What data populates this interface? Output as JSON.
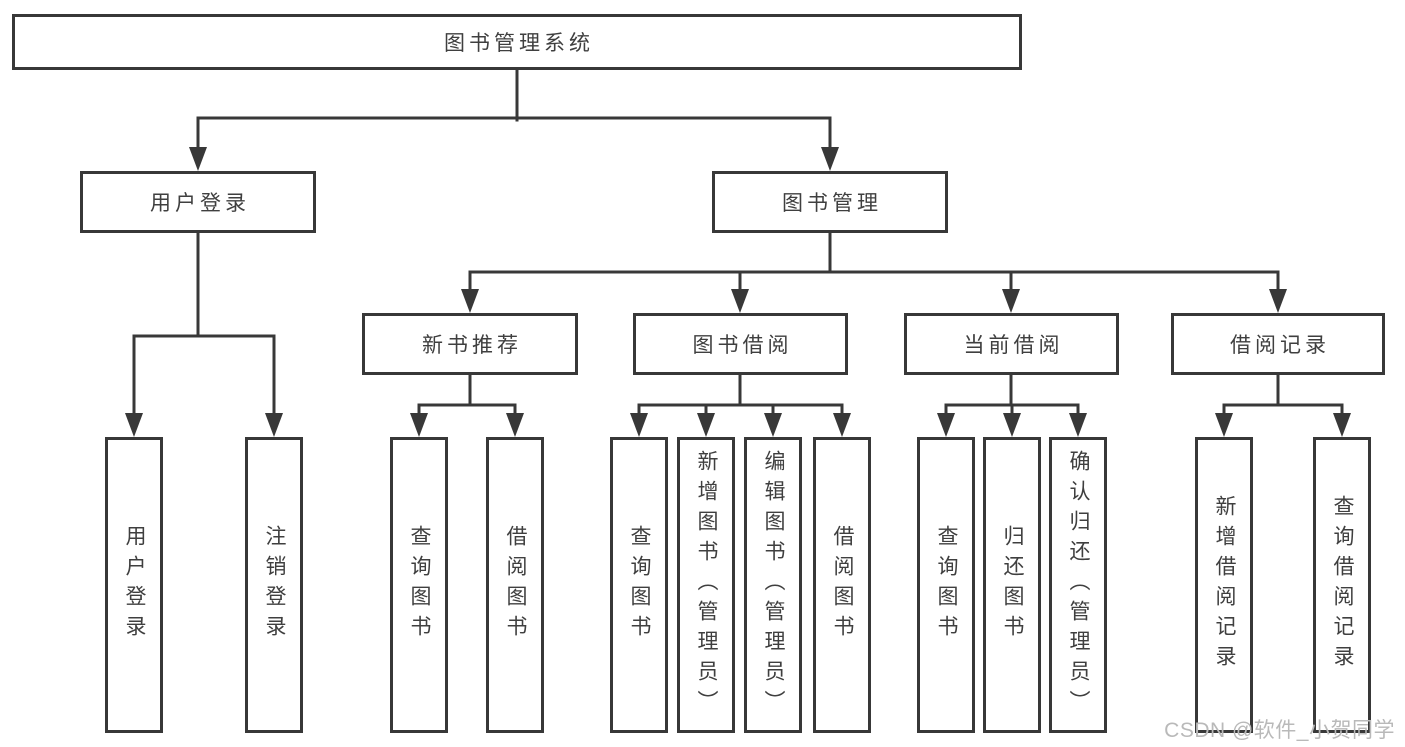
{
  "colors": {
    "line": "#383838",
    "box_border": "#383838",
    "text": "#3f3f3f",
    "watermark_text": "#b9b9b9",
    "background": "#ffffff"
  },
  "diagram": {
    "type": "tree",
    "root": {
      "label": "图书管理系统",
      "children": [
        {
          "label": "用户登录",
          "children": [
            {
              "label": "用户登录"
            },
            {
              "label": "注销登录"
            }
          ]
        },
        {
          "label": "图书管理",
          "children": [
            {
              "label": "新书推荐",
              "children": [
                {
                  "label": "查询图书"
                },
                {
                  "label": "借阅图书"
                }
              ]
            },
            {
              "label": "图书借阅",
              "children": [
                {
                  "label": "查询图书"
                },
                {
                  "label": "新增图书（管理员）"
                },
                {
                  "label": "编辑图书（管理员）"
                },
                {
                  "label": "借阅图书"
                }
              ]
            },
            {
              "label": "当前借阅",
              "children": [
                {
                  "label": "查询图书"
                },
                {
                  "label": "归还图书"
                },
                {
                  "label": "确认归还（管理员）"
                }
              ]
            },
            {
              "label": "借阅记录",
              "children": [
                {
                  "label": "新增借阅记录"
                },
                {
                  "label": "查询借阅记录"
                }
              ]
            }
          ]
        }
      ]
    }
  },
  "watermark": {
    "text": "CSDN @软件_小贺同学"
  }
}
